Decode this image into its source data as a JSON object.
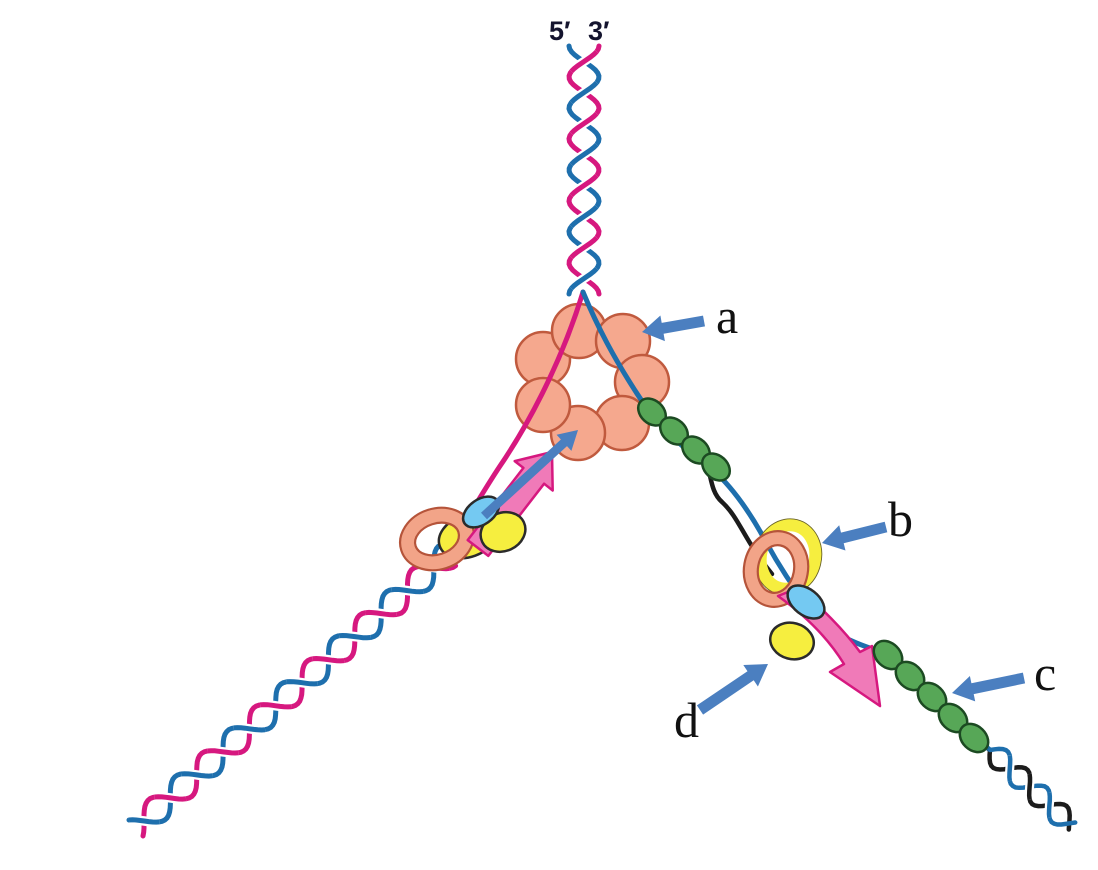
{
  "figure": {
    "strand_end_labels": {
      "five_prime": "5′",
      "three_prime": "3′"
    },
    "callouts": [
      {
        "id": "a",
        "label": "a"
      },
      {
        "id": "b",
        "label": "b"
      },
      {
        "id": "c",
        "label": "c"
      },
      {
        "id": "d",
        "label": "d"
      }
    ]
  },
  "colors": {
    "strand_pink": "#d6187f",
    "strand_blue": "#1e6fad",
    "strand_black": "#1c1c1c",
    "protein_cluster_peach": "#f5a88e",
    "protein_cluster_outline": "#c05a3e",
    "clamp_ring_peach": "#f2a488",
    "ssb_green": "#57a757",
    "ssb_outline": "#1c4a22",
    "polymerase_yellow": "#f6ee3f",
    "polymerase_blue": "#74c9f2",
    "synthesis_arrow_pink": "#f07ab8",
    "callout_arrow_blue": "#4b7fc0",
    "label_text": "#111111"
  }
}
